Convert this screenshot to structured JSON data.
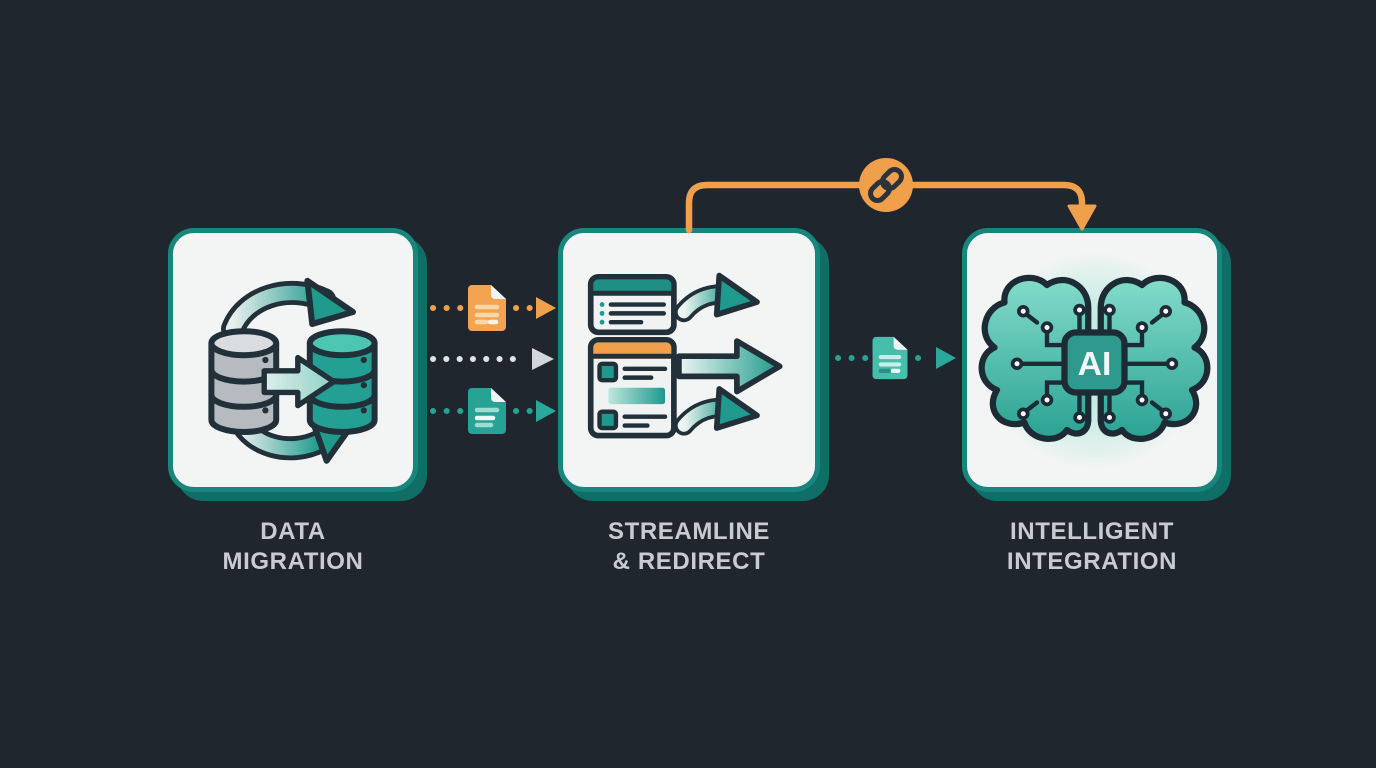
{
  "background_color": "#20262d",
  "accent_colors": {
    "teal": "#1f9a8d",
    "teal_border": "#17877d",
    "teal_shadow": "#0f6e66",
    "orange": "#f0a04b",
    "card_fill": "#f3f5f4",
    "label_text": "#c7ccd2",
    "icon_outline": "#22303a"
  },
  "steps": [
    {
      "name": "data-migration",
      "label": "DATA\nMIGRATION",
      "icon": "database-sync-icon"
    },
    {
      "name": "streamline-redirect",
      "label": "STREAMLINE\n& REDIRECT",
      "icon": "pages-forward-icon"
    },
    {
      "name": "intelligent-integration",
      "label": "INTELLIGENT\nINTEGRATION",
      "icon": "ai-brain-icon",
      "chip_label": "AI"
    }
  ],
  "connectors": {
    "top_link": {
      "icon": "link-icon",
      "from": "streamline-redirect",
      "to": "intelligent-integration",
      "color": "#f0a04b"
    },
    "flow_1_to_2": {
      "rows": [
        {
          "color": "#f0a04b",
          "icons": [
            "document-icon",
            "arrow-right-icon"
          ]
        },
        {
          "color": "#dfe3e7",
          "icons": [
            "arrow-right-icon"
          ]
        },
        {
          "color": "#26a295",
          "icons": [
            "document-icon",
            "arrow-right-icon"
          ]
        }
      ]
    },
    "flow_2_to_3": {
      "rows": [
        {
          "color": "#26a295",
          "icons": [
            "document-icon",
            "arrow-right-icon"
          ]
        }
      ]
    }
  }
}
